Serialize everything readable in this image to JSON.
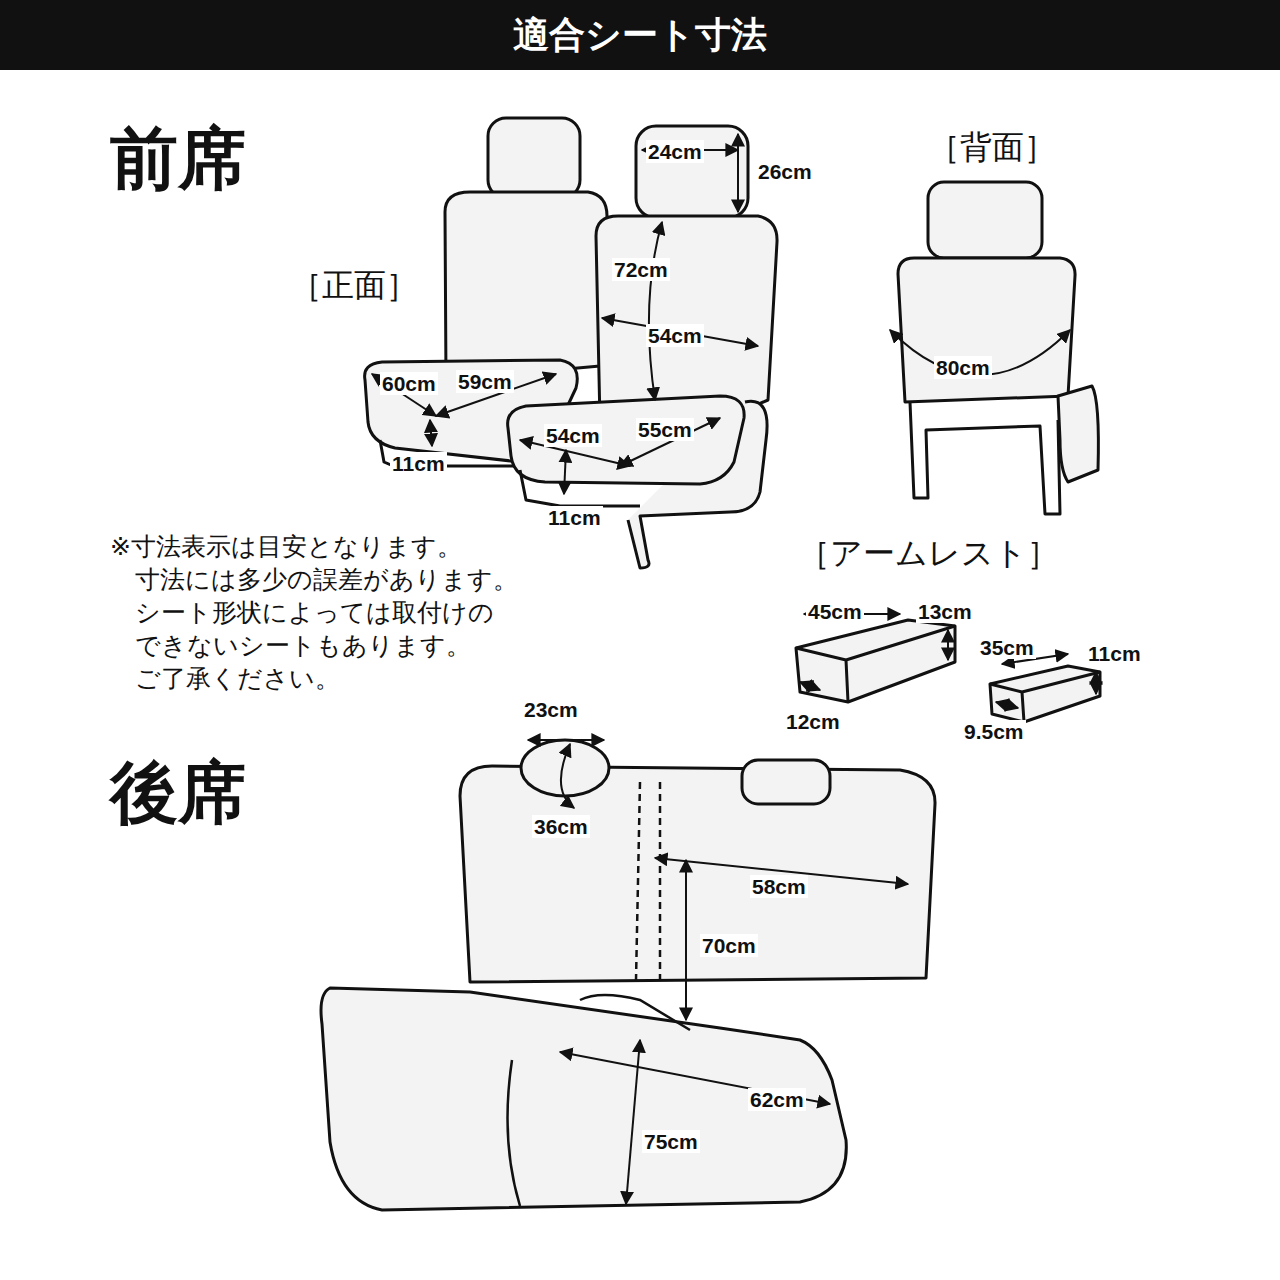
{
  "diagram": {
    "title": "適合シート寸法",
    "labels": [
      "前席",
      "［正面］",
      "24cm",
      "26cm",
      "72cm",
      "54cm",
      "60cm",
      "59cm",
      "54cm",
      "55cm",
      "11cm",
      "11cm",
      "［背面］",
      "80cm",
      "※寸法表示は目安となります。 寸法には多少の誤差があります。 シート形状によっては取付けの できないシートもあります。 ご了承ください。",
      "［アームレスト］",
      "45cm",
      "13cm",
      "12cm",
      "35cm",
      "11cm",
      "9.5cm",
      "後席",
      "23cm",
      "36cm",
      "58cm",
      "70cm",
      "62cm",
      "75cm"
    ]
  }
}
